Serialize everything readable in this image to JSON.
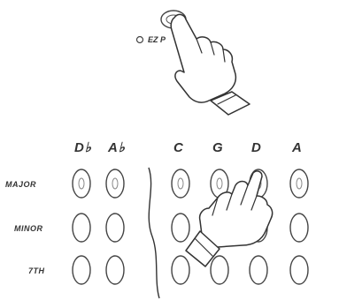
{
  "top_panel": {
    "button_label": "EZ P"
  },
  "grid": {
    "columns": [
      "D♭",
      "A♭",
      "C",
      "G",
      "D",
      "A"
    ],
    "rows": [
      "MAJOR",
      "MINOR",
      "7TH"
    ],
    "pressed": {
      "row": 0,
      "col": 4
    }
  }
}
